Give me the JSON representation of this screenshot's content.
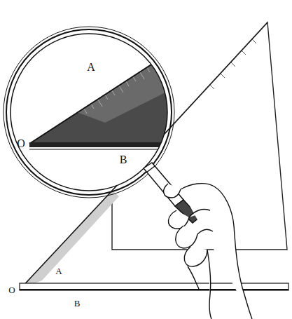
{
  "diagram": {
    "labels": [
      "A",
      "O",
      "B",
      "A",
      "O",
      "B"
    ]
  }
}
